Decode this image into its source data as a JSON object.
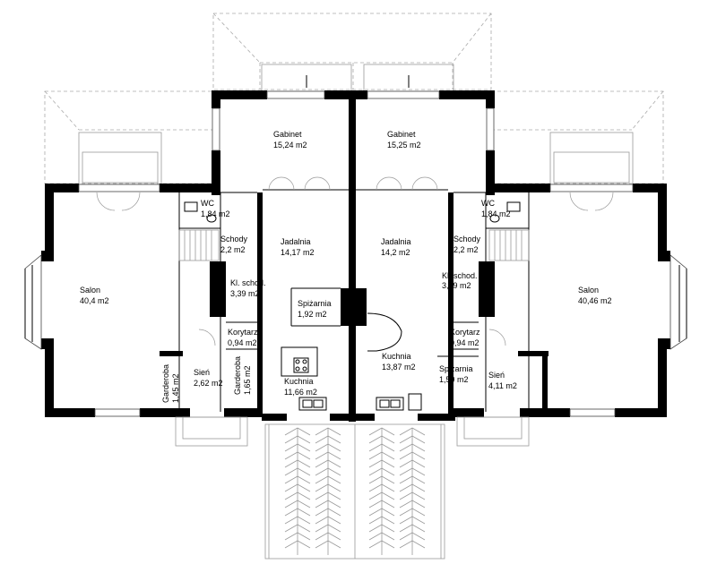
{
  "rooms": {
    "left": {
      "gabinet": {
        "name": "Gabinet",
        "area": "15,24 m2"
      },
      "wc": {
        "name": "WC",
        "area": "1,84 m2"
      },
      "schody": {
        "name": "Schody",
        "area": "2,2 m2"
      },
      "jadalnia": {
        "name": "Jadalnia",
        "area": "14,17 m2"
      },
      "salon": {
        "name": "Salon",
        "area": "40,4 m2"
      },
      "kl_schod": {
        "name": "Kl. schod.",
        "area": "3,39 m2"
      },
      "spizarnia": {
        "name": "Spiżarnia",
        "area": "1,92 m2"
      },
      "korytarz": {
        "name": "Korytarz",
        "area": "0,94 m2"
      },
      "sien": {
        "name": "Sień",
        "area": "2,62 m2"
      },
      "garderoba_a": {
        "name": "Garderoba",
        "area": "1,45 m2"
      },
      "garderoba_b": {
        "name": "Garderoba",
        "area": "1,65 m2"
      },
      "kuchnia": {
        "name": "Kuchnia",
        "area": "11,66 m2"
      }
    },
    "right": {
      "gabinet": {
        "name": "Gabinet",
        "area": "15,25 m2"
      },
      "wc": {
        "name": "WC",
        "area": "1,84 m2"
      },
      "schody": {
        "name": "Schody",
        "area": "2,2 m2"
      },
      "jadalnia": {
        "name": "Jadalnia",
        "area": "14,2 m2"
      },
      "salon": {
        "name": "Salon",
        "area": "40,46 m2"
      },
      "kl_schod": {
        "name": "Kl. schod.",
        "area": "3,39 m2"
      },
      "korytarz": {
        "name": "Korytarz",
        "area": "0,94 m2"
      },
      "kuchnia": {
        "name": "Kuchnia",
        "area": "13,87 m2"
      },
      "spizarnia": {
        "name": "Spiżarnia",
        "area": "1,59 m2"
      },
      "sien": {
        "name": "Sień",
        "area": "4,11 m2"
      }
    }
  }
}
